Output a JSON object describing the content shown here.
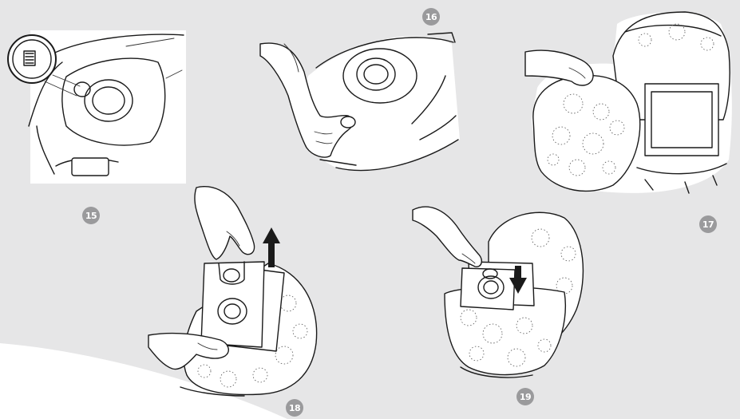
{
  "steps": [
    {
      "number": "15",
      "description": ""
    },
    {
      "number": "16",
      "description": ""
    },
    {
      "number": "17",
      "description": ""
    },
    {
      "number": "18",
      "description": ""
    },
    {
      "number": "19",
      "description": ""
    }
  ],
  "colors": {
    "background": "#e6e6e7",
    "badge": "#9a9a9c",
    "badge_text": "#ffffff",
    "line_art": "#1a1a1a"
  }
}
